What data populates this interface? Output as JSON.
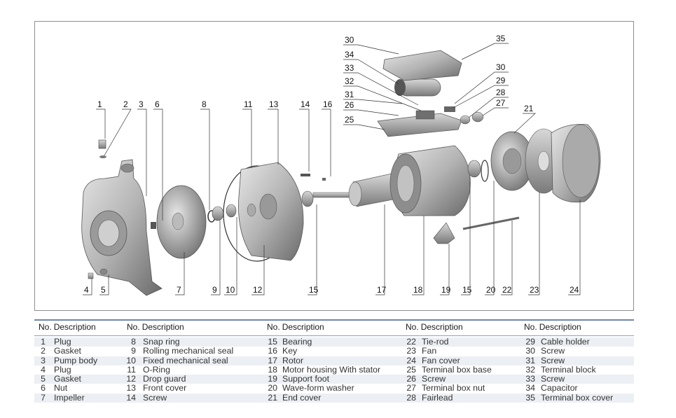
{
  "diagram": {
    "callouts_top": [
      "1",
      "2",
      "3",
      "6",
      "8",
      "11",
      "13",
      "14",
      "16",
      "30",
      "34",
      "33",
      "32",
      "31",
      "26",
      "25",
      "35",
      "30",
      "29",
      "28",
      "27",
      "21"
    ],
    "callouts_bottom": [
      "4",
      "5",
      "7",
      "9",
      "10",
      "12",
      "15",
      "17",
      "18",
      "19",
      "15",
      "20",
      "22",
      "23",
      "24"
    ]
  },
  "table": {
    "headers": [
      {
        "no": "No.",
        "desc": "Description"
      },
      {
        "no": "No.",
        "desc": "Description"
      },
      {
        "no": "No.",
        "desc": "Description"
      },
      {
        "no": "No.",
        "desc": "Description"
      },
      {
        "no": "No.",
        "desc": "Description"
      }
    ],
    "rows": [
      [
        {
          "no": "1",
          "desc": "Plug"
        },
        {
          "no": "8",
          "desc": "Snap ring"
        },
        {
          "no": "15",
          "desc": "Bearing"
        },
        {
          "no": "22",
          "desc": "Tie-rod"
        },
        {
          "no": "29",
          "desc": "Cable holder"
        }
      ],
      [
        {
          "no": "2",
          "desc": "Gasket"
        },
        {
          "no": "9",
          "desc": "Rolling mechanical seal"
        },
        {
          "no": "16",
          "desc": "Key"
        },
        {
          "no": "23",
          "desc": "Fan"
        },
        {
          "no": "30",
          "desc": "Screw"
        }
      ],
      [
        {
          "no": "3",
          "desc": "Pump body"
        },
        {
          "no": "10",
          "desc": "Fixed mechanical seal"
        },
        {
          "no": "17",
          "desc": "Rotor"
        },
        {
          "no": "24",
          "desc": "Fan cover"
        },
        {
          "no": "31",
          "desc": "Screw"
        }
      ],
      [
        {
          "no": "4",
          "desc": "Plug"
        },
        {
          "no": "11",
          "desc": "O-Ring"
        },
        {
          "no": "18",
          "desc": "Motor housing With stator"
        },
        {
          "no": "25",
          "desc": "Terminal box base"
        },
        {
          "no": "32",
          "desc": "Terminal block"
        }
      ],
      [
        {
          "no": "5",
          "desc": "Gasket"
        },
        {
          "no": "12",
          "desc": "Drop guard"
        },
        {
          "no": "19",
          "desc": "Support foot"
        },
        {
          "no": "26",
          "desc": "Screw"
        },
        {
          "no": "33",
          "desc": "Screw"
        }
      ],
      [
        {
          "no": "6",
          "desc": "Nut"
        },
        {
          "no": "13",
          "desc": "Front cover"
        },
        {
          "no": "20",
          "desc": "Wave-form washer"
        },
        {
          "no": "27",
          "desc": "Terminal box nut"
        },
        {
          "no": "34",
          "desc": "Capacitor"
        }
      ],
      [
        {
          "no": "7",
          "desc": "Impeller"
        },
        {
          "no": "14",
          "desc": "Screw"
        },
        {
          "no": "21",
          "desc": "End cover"
        },
        {
          "no": "28",
          "desc": "Fairlead"
        },
        {
          "no": "35",
          "desc": "Terminal box cover"
        }
      ]
    ]
  }
}
